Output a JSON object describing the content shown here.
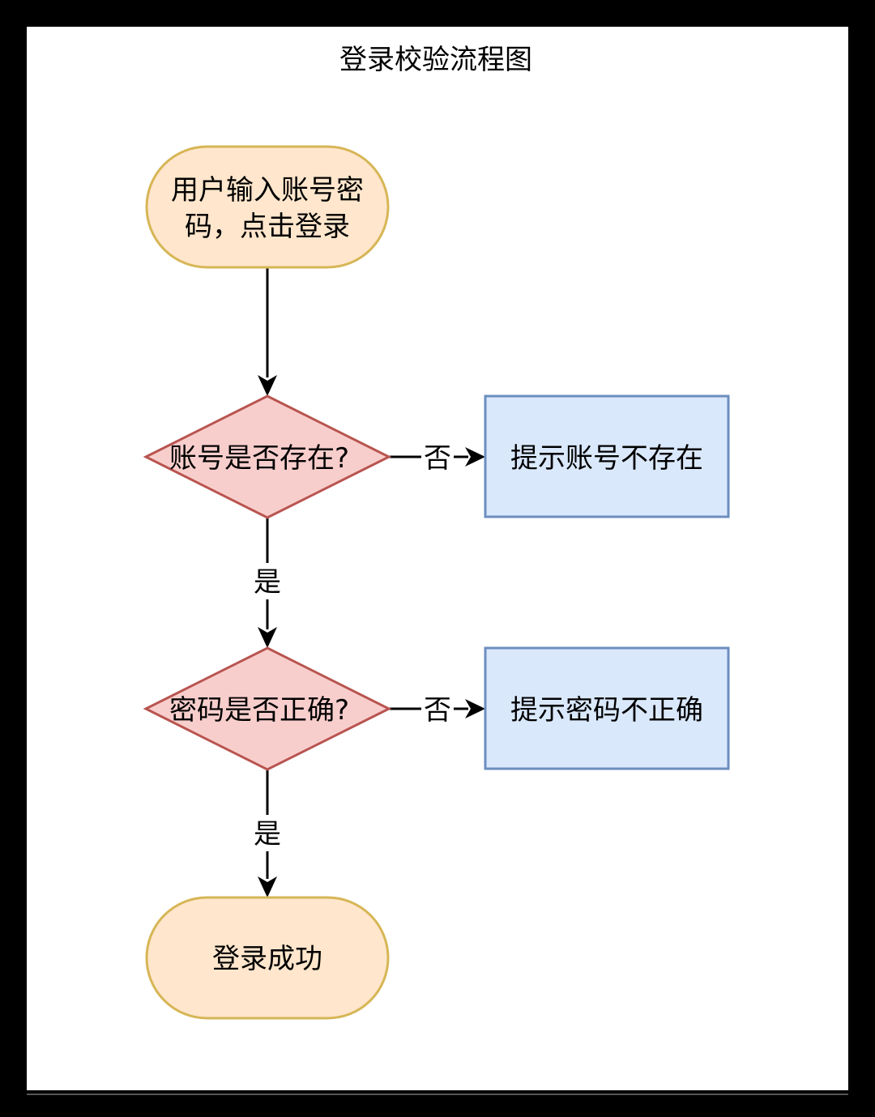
{
  "title": "登录校验流程图",
  "colors": {
    "terminal_fill": "#ffe6cc",
    "terminal_stroke": "#d6b656",
    "decision_fill": "#f8cecc",
    "decision_stroke": "#b85450",
    "process_fill": "#dae8fc",
    "process_stroke": "#6c8ebf",
    "edge": "#000000"
  },
  "nodes": {
    "start": {
      "line1": "用户输入账号密",
      "line2": "码，点击登录"
    },
    "check_account": {
      "label": "账号是否存在?"
    },
    "account_missing": {
      "label": "提示账号不存在"
    },
    "check_password": {
      "label": "密码是否正确?"
    },
    "password_wrong": {
      "label": "提示密码不正确"
    },
    "success": {
      "label": "登录成功"
    }
  },
  "edges": {
    "account_no": "否",
    "account_yes": "是",
    "password_no": "否",
    "password_yes": "是"
  }
}
